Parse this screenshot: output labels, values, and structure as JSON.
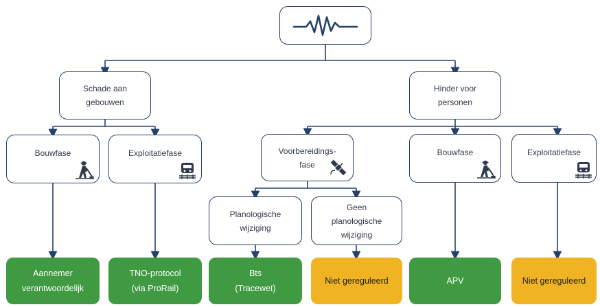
{
  "colors": {
    "border": "#27406a",
    "connector": "#27406a",
    "regulated": "#3f9a41",
    "unregulated": "#f0b323"
  },
  "root": {
    "icon": "signal-waveform-icon"
  },
  "branches": {
    "damage": {
      "label": "Schade aan\ngebouwen"
    },
    "hindrance": {
      "label": "Hinder voor\npersonen"
    }
  },
  "phases": {
    "damage_construction": {
      "label": "Bouwfase",
      "icon": "construction-worker-icon"
    },
    "damage_operation": {
      "label": "Exploitatiefase",
      "icon": "train-icon"
    },
    "preparation": {
      "label": "Voorbereidings-\nfase",
      "icon": "satellite-icon"
    },
    "hindrance_construction": {
      "label": "Bouwfase",
      "icon": "construction-worker-icon"
    },
    "hindrance_operation": {
      "label": "Exploitatiefase",
      "icon": "train-icon"
    }
  },
  "sub": {
    "planning_change": {
      "label": "Planologische\nwijziging"
    },
    "no_planning_change": {
      "label": "Geen\nplanologische\nwijziging"
    }
  },
  "outcomes": [
    {
      "label": "Aannemer\nverantwoordelijk",
      "status": "regulated"
    },
    {
      "label": "TNO-protocol\n(via ProRail)",
      "status": "regulated"
    },
    {
      "label": "Bts\n(Tracewet)",
      "status": "regulated"
    },
    {
      "label": "Niet gereguleerd",
      "status": "unregulated"
    },
    {
      "label": "APV",
      "status": "regulated"
    },
    {
      "label": "Niet gereguleerd",
      "status": "unregulated"
    }
  ]
}
